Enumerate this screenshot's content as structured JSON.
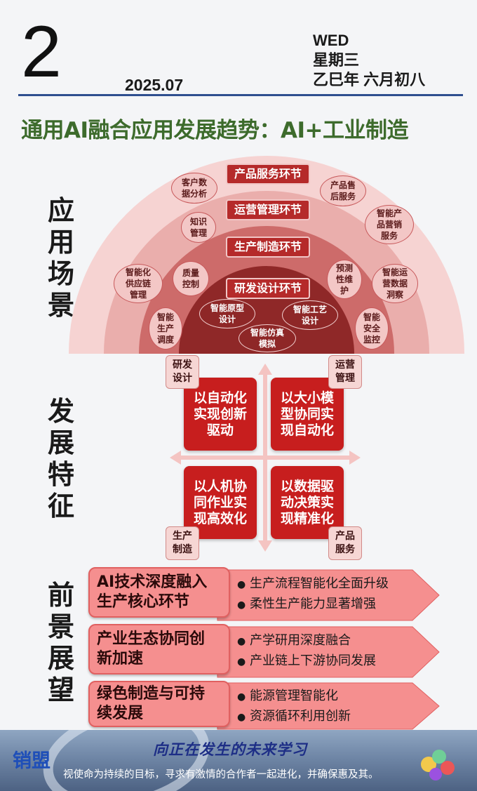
{
  "header": {
    "day": "2",
    "year_month": "2025.07",
    "weekday_en": "WED",
    "weekday_cn": "星期三",
    "lunar": "乙巳年 六月初八"
  },
  "title": "通用AI融合应用发展趋势：AI+工业制造",
  "sections": {
    "application": "应\n用\n场\n景",
    "features": "发\n展\n特\n征",
    "outlook": "前\n景\n展\n望"
  },
  "semicircle": {
    "stages": [
      "产品服务环节",
      "运营管理环节",
      "生产制造环节",
      "研发设计环节"
    ],
    "outer_items": [
      "客户数\n据分析",
      "产品售\n后服务",
      "智能产\n品营销\n服务"
    ],
    "ring2_items": [
      "知识\n管理",
      "智能化\n供应链\n管理",
      "智能运\n营数据\n洞察"
    ],
    "ring3_items": [
      "质量\n控制",
      "预测\n性维\n护",
      "智能\n生产\n调度",
      "智能\n安全\n监控"
    ],
    "core_items": [
      "智能原型\n设计",
      "智能工艺\n设计",
      "智能仿真\n模拟"
    ]
  },
  "features": {
    "boxes": [
      "以自动化\n实现创新\n驱动",
      "以大小模\n型协同实\n现自动化",
      "以人机协\n同作业实\n现高效化",
      "以数据驱\n动决策实\n现精准化"
    ],
    "corners": [
      "研发\n设计",
      "运营\n管理",
      "生产\n制造",
      "产品\n服务"
    ]
  },
  "outlook": [
    {
      "title": "AI技术深度融入\n生产核心环节",
      "points": [
        "生产流程智能化全面升级",
        "柔性生产能力显著增强"
      ]
    },
    {
      "title": "产业生态协同创\n新加速",
      "points": [
        "产学研用深度融合",
        "产业链上下游协同发展"
      ]
    },
    {
      "title": "绿色制造与可持\n续发展",
      "points": [
        "能源管理智能化",
        "资源循环利用创新"
      ]
    }
  ],
  "banner": {
    "logo": "销盟",
    "slogan": "向正在发生的未来学习",
    "subtitle": "视使命为持续的目标，寻求有激情的合作者一起进化，并确保惠及其。"
  },
  "colors": {
    "title_green": "#3d6b2c",
    "rule_blue": "#2f4f8f",
    "feature_red": "#c71e1e",
    "outlook_pink": "#f58f8f",
    "stage_red": "#b52a2a"
  }
}
